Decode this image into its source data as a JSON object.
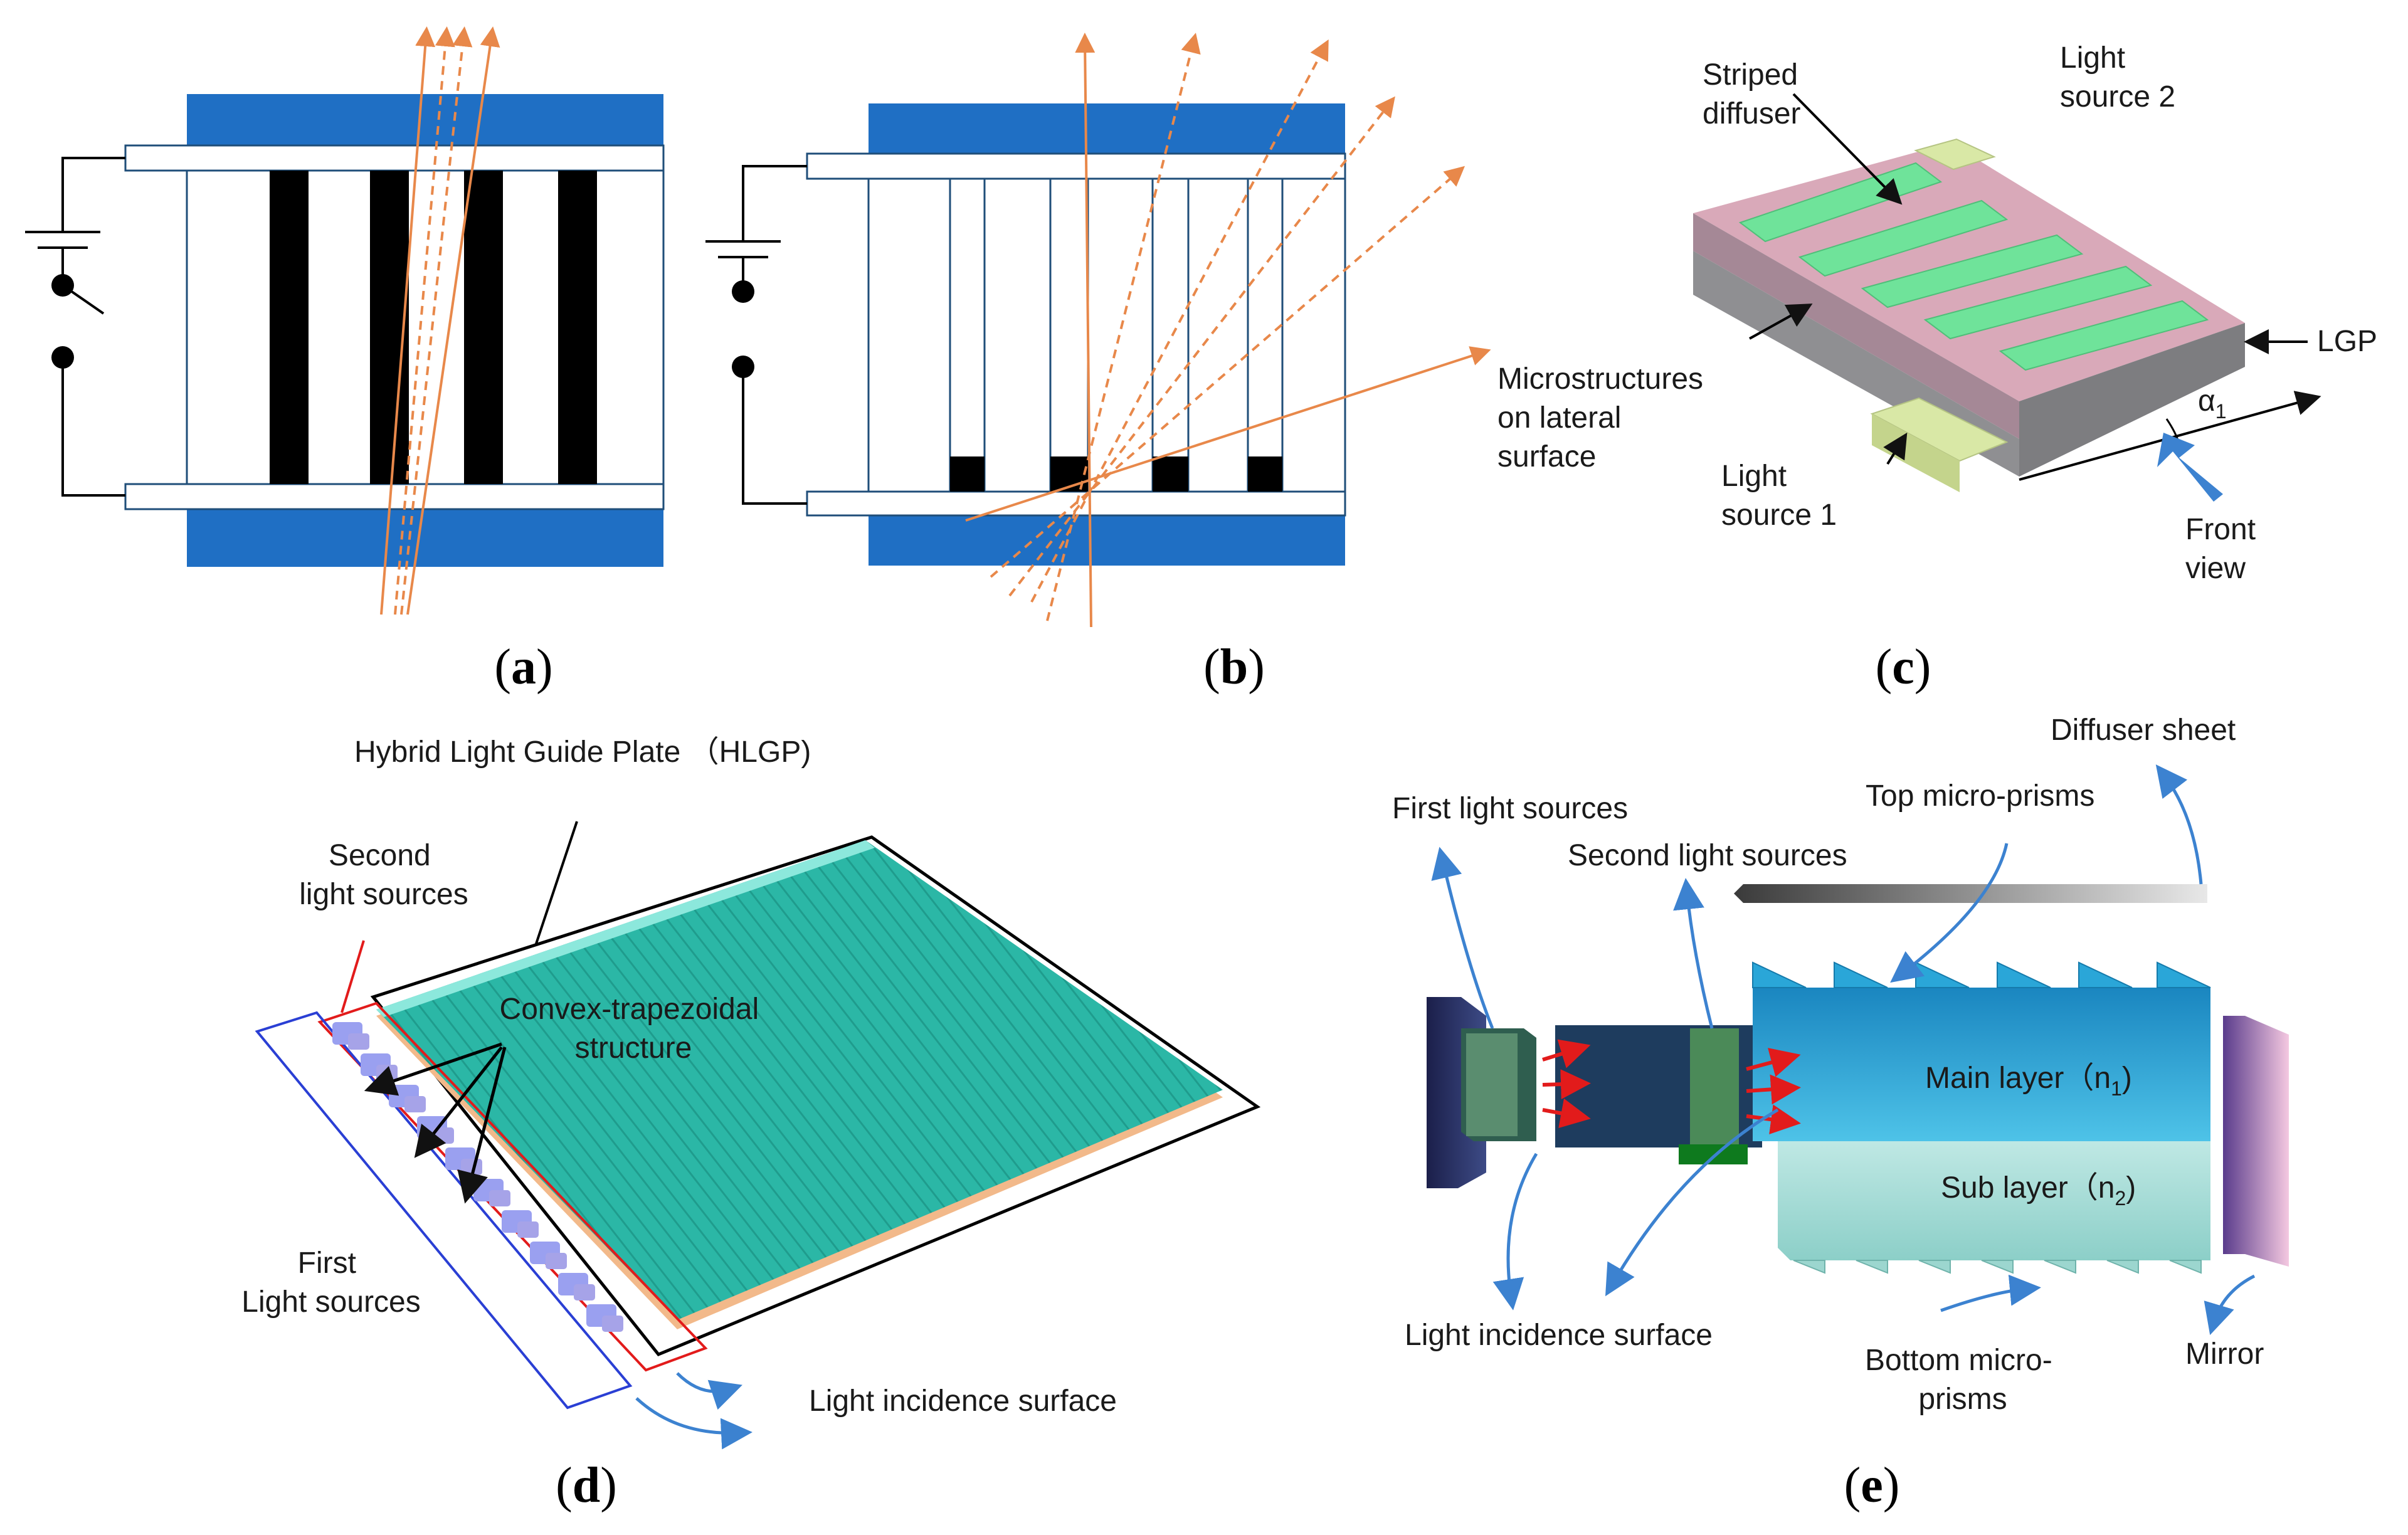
{
  "captions": {
    "a": "a",
    "b": "b",
    "c": "c",
    "d": "d",
    "e": "e"
  },
  "panel_c": {
    "striped_diffuser": [
      "Striped",
      "diffuser"
    ],
    "light_source_2": [
      "Light",
      "source 2"
    ],
    "light_source_1": [
      "Light",
      "source 1"
    ],
    "lgp": "LGP",
    "alpha": "α",
    "alpha_sub": "1",
    "front_view": [
      "Front",
      "view"
    ]
  },
  "panel_b": {
    "microstructures": [
      "Microstructures",
      "on lateral",
      "surface"
    ]
  },
  "panel_d": {
    "hlgp": "Hybrid Light Guide Plate （HLGP)",
    "second_sources": [
      "Second",
      "light sources"
    ],
    "convex": [
      "Convex-trapezoidal",
      "structure"
    ],
    "first_sources": [
      "First",
      "Light sources"
    ],
    "incidence": "Light incidence surface"
  },
  "panel_e": {
    "diffuser": "Diffuser sheet",
    "top_prisms": "Top micro-prisms",
    "first_sources": "First light sources",
    "second_sources": "Second light sources",
    "main_layer": "Main layer（n",
    "main_sub": "1",
    "sub_layer": "Sub layer（n",
    "sub_sub": "2",
    "close_paren": ")",
    "incidence": "Light incidence surface",
    "bottom_prisms": [
      "Bottom micro-",
      "prisms"
    ],
    "mirror": "Mirror"
  },
  "colors": {
    "electrode_blue": "#1f6fc4",
    "ray_orange": "#e8884a",
    "diffuser_green": "#6fe39a",
    "lgp_pink": "#d9a9b9",
    "teal_plate": "#2bb7a6",
    "arrow_blue": "#3c82d0"
  }
}
